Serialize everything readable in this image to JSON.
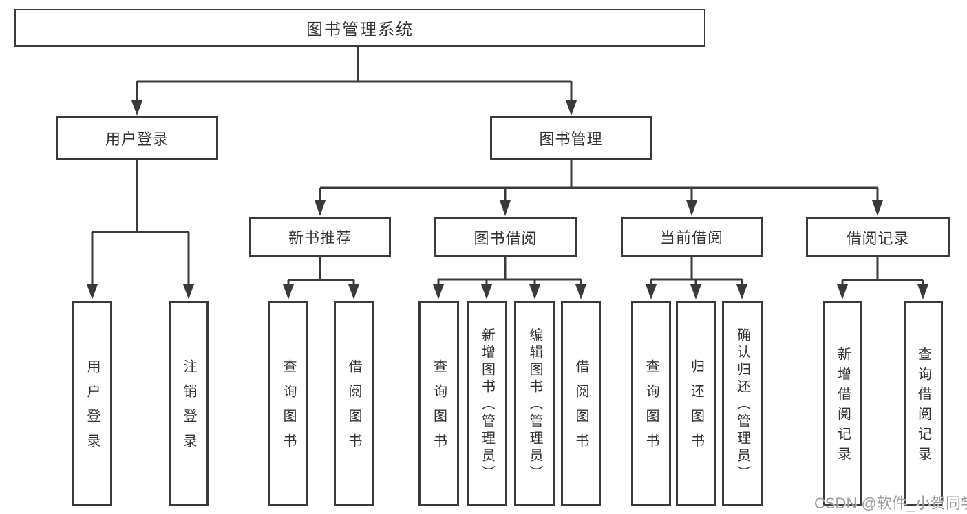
{
  "colors": {
    "line": "#3a3a3a",
    "box-border": "#3a3a3a",
    "text": "#333333",
    "watermark": "#9c9ca2",
    "background": "#ffffff"
  },
  "watermark": "CSDN @软件_小贺同学",
  "tree": {
    "label": "图书管理系统",
    "children": [
      {
        "label": "用户登录",
        "children": [
          {
            "label": "用户登录"
          },
          {
            "label": "注销登录"
          }
        ]
      },
      {
        "label": "图书管理",
        "children": [
          {
            "label": "新书推荐",
            "children": [
              {
                "label": "查询图书"
              },
              {
                "label": "借阅图书"
              }
            ]
          },
          {
            "label": "图书借阅",
            "children": [
              {
                "label": "查询图书"
              },
              {
                "label": "新增图书（管理员）"
              },
              {
                "label": "编辑图书（管理员）"
              },
              {
                "label": "借阅图书"
              }
            ]
          },
          {
            "label": "当前借阅",
            "children": [
              {
                "label": "查询图书"
              },
              {
                "label": "归还图书"
              },
              {
                "label": "确认归还（管理员）"
              }
            ]
          },
          {
            "label": "借阅记录",
            "children": [
              {
                "label": "新增借阅记录"
              },
              {
                "label": "查询借阅记录"
              }
            ]
          }
        ]
      }
    ]
  }
}
